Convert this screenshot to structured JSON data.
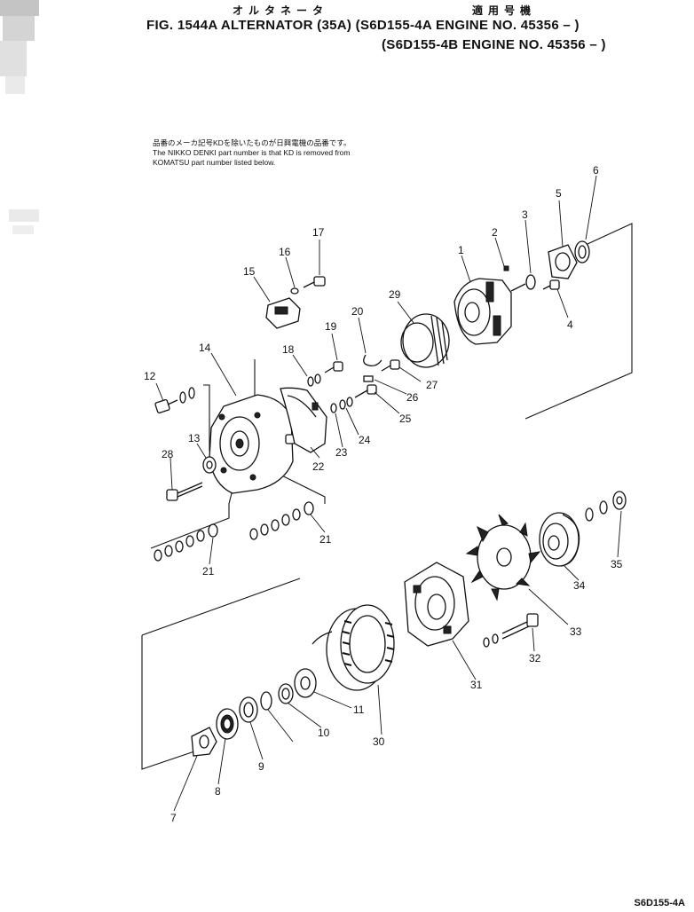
{
  "header": {
    "kana_title": "オルタネータ",
    "kana_applicable": "適用号機",
    "figure_line1": "FIG. 1544A  ALTERNATOR (35A) (S6D155-4A  ENGINE NO. 45356 – )",
    "figure_line2": "(S6D155-4B  ENGINE NO. 45356 – )"
  },
  "note": {
    "japanese": "品番のメーカ記号KDを除いたものが日興電機の品番です。",
    "english_line1": "The NIKKO DENKI part number is that KD is removed from",
    "english_line2": "KOMATSU part number listed below."
  },
  "callouts": [
    "1",
    "2",
    "3",
    "4",
    "5",
    "6",
    "7",
    "8",
    "9",
    "10",
    "11",
    "12",
    "13",
    "14",
    "15",
    "16",
    "17",
    "18",
    "19",
    "20",
    "21",
    "22",
    "23",
    "24",
    "25",
    "26",
    "27",
    "28",
    "29",
    "30",
    "31",
    "32",
    "33",
    "34",
    "35"
  ],
  "page_code": "S6D155-4A"
}
